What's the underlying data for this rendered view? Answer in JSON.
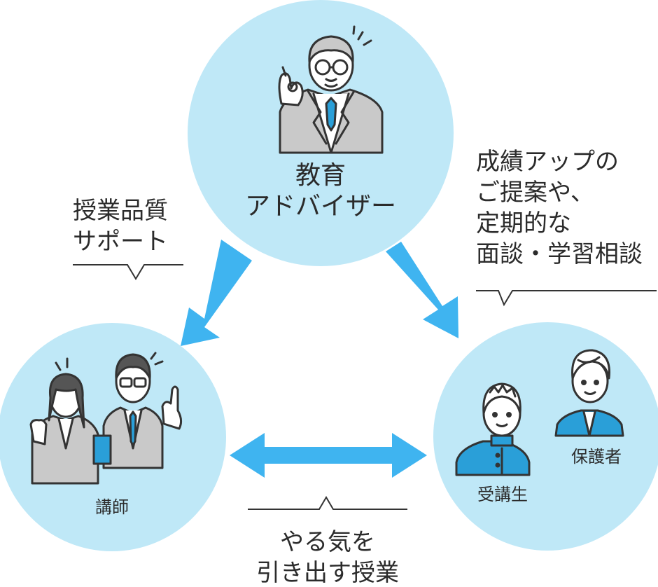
{
  "colors": {
    "circle": "#bfe8f7",
    "arrow": "#3fb4f0",
    "text": "#2b2b2b",
    "line": "#333333",
    "skin": "#ffffff",
    "suit_gray": "#c9c9c9",
    "tie_blue": "#2a9fd8"
  },
  "nodes": {
    "advisor": {
      "line1": "教育",
      "line2": "アドバイザー",
      "icon": "ok-gesture-advisor-icon"
    },
    "lecturer": {
      "label": "講師",
      "icon": "lecturer-pair-icon"
    },
    "student": {
      "label": "受講生",
      "icon": "student-icon"
    },
    "parent": {
      "label": "保護者",
      "icon": "parent-icon"
    }
  },
  "callouts": {
    "left": {
      "lines": [
        "授業品質",
        "サポート"
      ]
    },
    "right": {
      "lines": [
        "成績アップの",
        "ご提案や、",
        "定期的な",
        "面談・学習相談"
      ]
    },
    "bottom": {
      "lines": [
        "やる気を",
        "引き出す授業"
      ]
    }
  }
}
